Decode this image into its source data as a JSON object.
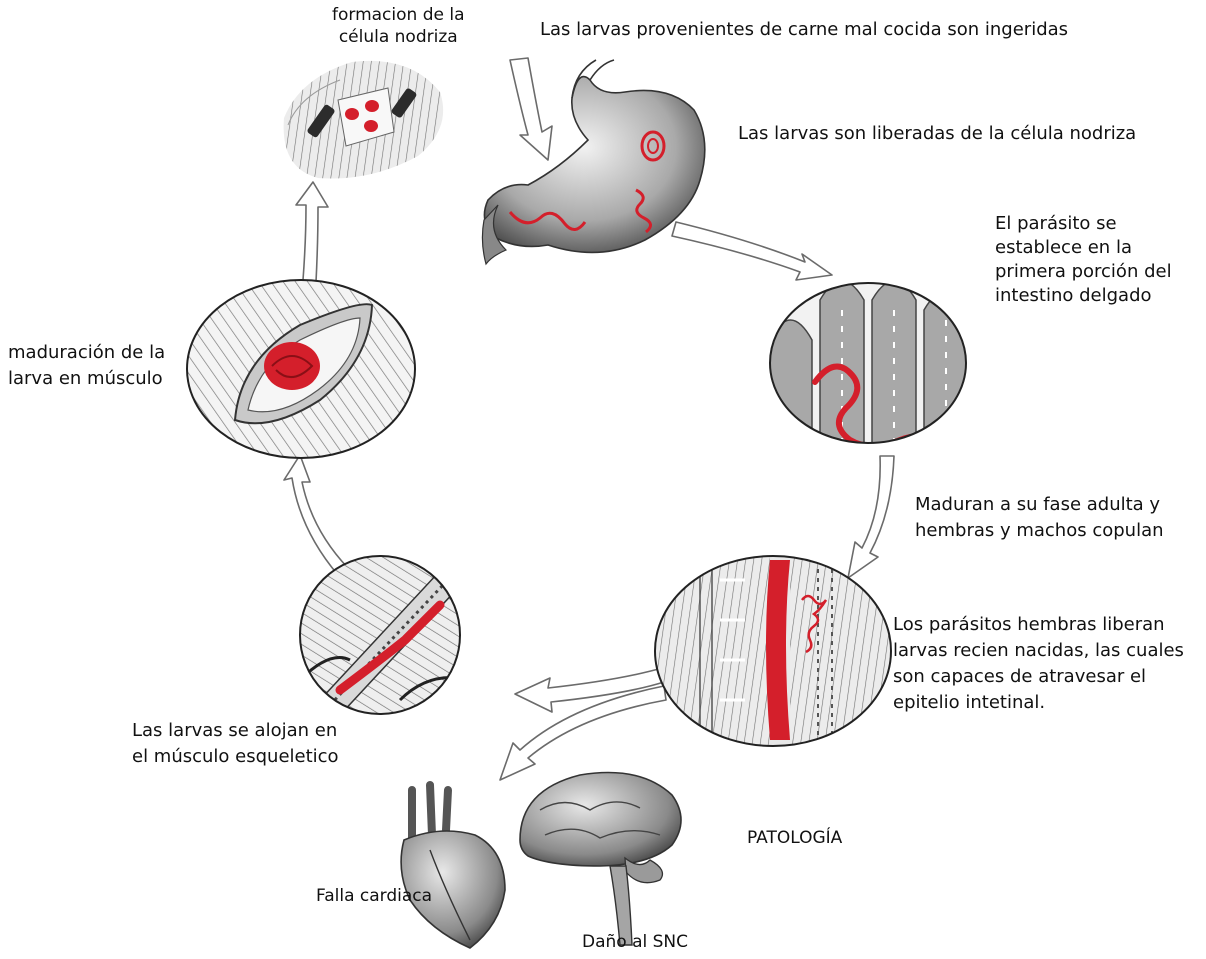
{
  "colors": {
    "parasite": "#d41f2b",
    "tissue": "#8e8e8e",
    "line_art": "#222222",
    "cycle_arrow": "#ffffff"
  },
  "icons": {
    "stomach": "stomach-illustration",
    "intestine": "intestinal-villi-illustration",
    "adult_worms": "adult-worms-in-mucosa-illustration",
    "muscle_larva": "larva-in-skeletal-muscle-illustration",
    "encysted_larva": "encysted-larva-in-muscle-illustration",
    "nurse_cell": "nurse-cell-formation-illustration",
    "heart": "heart-illustration",
    "brain": "brain-illustration"
  },
  "labels": {
    "nurse_cell": [
      "formacion de la",
      "célula nodriza"
    ],
    "ingestion": [
      "Las larvas provenientes de carne mal cocida son ingeridas"
    ],
    "release": [
      "Las larvas son liberadas de la célula nodriza"
    ],
    "intestine": [
      "El parásito se",
      "establece en la",
      "primera porción del",
      "intestino delgado"
    ],
    "mature": [
      "Maduran a su fase adulta y",
      "hembras y machos copulan"
    ],
    "females": [
      "Los parásitos hembras liberan",
      "larvas recien nacidas, las cuales",
      "son capaces de atravesar el",
      "epitelio intetinal."
    ],
    "muscle": [
      "Las larvas se alojan en",
      "el músculo esqueletico"
    ],
    "maturation": [
      "maduración de la",
      "larva en músculo"
    ],
    "pathology": [
      "PATOLOGÍA"
    ],
    "heart": [
      "Falla cardiaca"
    ],
    "cns": [
      "Daño al SNC"
    ]
  }
}
